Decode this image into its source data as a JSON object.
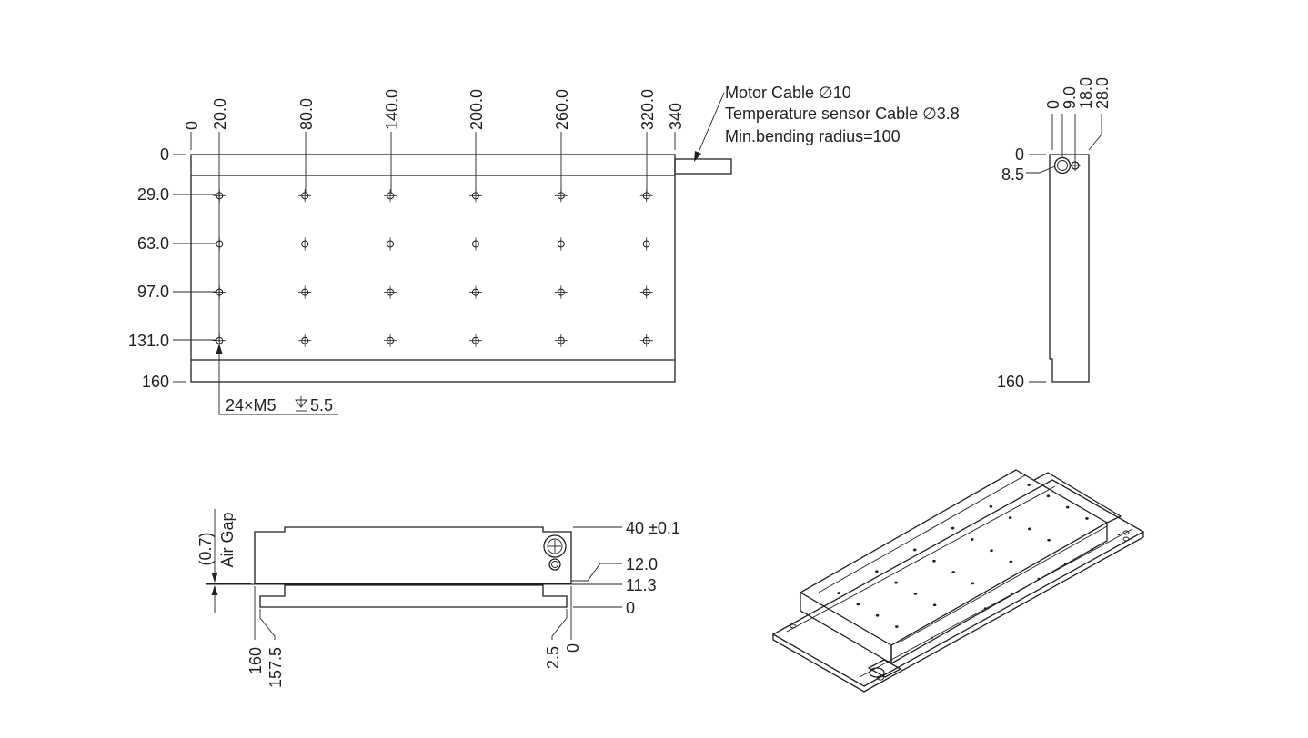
{
  "top_view": {
    "x_dims": [
      "0",
      "20.0",
      "80.0",
      "140.0",
      "200.0",
      "260.0",
      "320.0",
      "340"
    ],
    "y_dims": [
      "0",
      "29.0",
      "63.0",
      "97.0",
      "131.0",
      "160"
    ],
    "hole_callout": "24×M5",
    "hole_depth": "5.5",
    "cable_notes": [
      "Motor Cable ∅10",
      "Temperature sensor Cable ∅3.8",
      "Min.bending radius=100"
    ]
  },
  "side_view": {
    "x_dims": [
      "0",
      "9.0",
      "18.0",
      "28.0"
    ],
    "y_dims": [
      "0",
      "8.5",
      "160"
    ]
  },
  "front_view": {
    "airgap_value": "(0.7)",
    "airgap_label": "Air Gap",
    "right_dims": [
      "40 ±0.1",
      "12.0",
      "11.3",
      "0"
    ],
    "bottom_dims": [
      "160",
      "157.5",
      "2.5",
      "0"
    ]
  },
  "colors": {
    "line": "#231f20",
    "background": "#ffffff"
  }
}
